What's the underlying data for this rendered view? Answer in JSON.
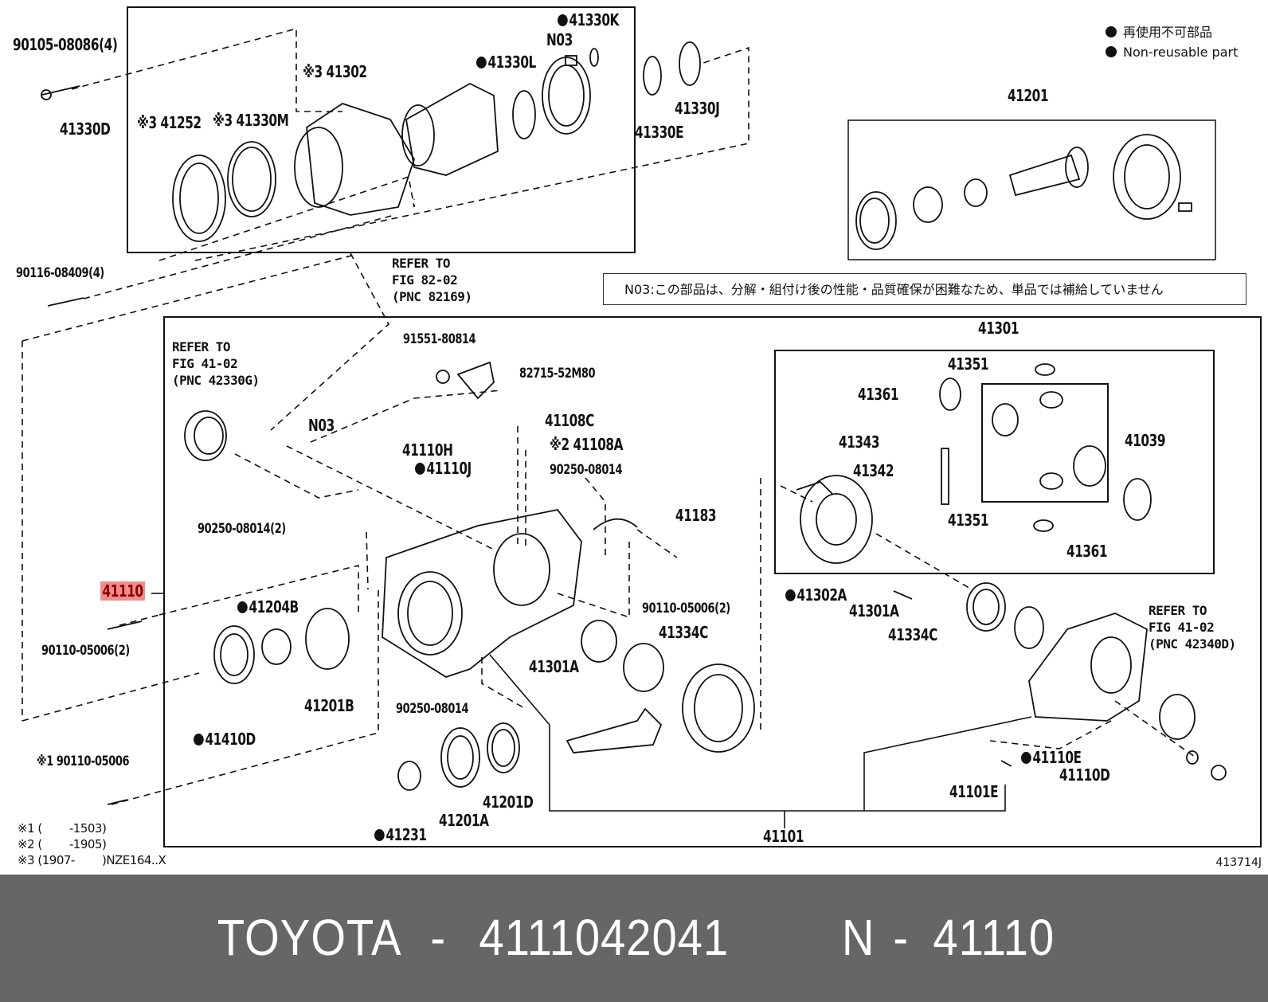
{
  "brand": "TOYOTA",
  "footer": {
    "brand": "TOYOTA",
    "separator": "-",
    "part_number": "4111042041",
    "ref_prefix": "N",
    "ref_code": "41110"
  },
  "figure_id": "413714J",
  "legend": {
    "items": [
      {
        "symbol": "filled-circle",
        "text": "再使用不可部品"
      },
      {
        "symbol": "filled-circle",
        "text": "Non-reusable part"
      }
    ]
  },
  "n03_note": "N03:この部品は、分解・組付け後の性能・品質確保が困難なため、単品では補給していません",
  "highlighted_part": "41110",
  "refer_notes": [
    {
      "text": "REFER TO\nFIG 82-02\n(PNC 82169)"
    },
    {
      "text": "REFER TO\nFIG 41-02\n(PNC 42330G)"
    },
    {
      "text": "REFER TO\nFIG 41-02\n(PNC 42340D)"
    }
  ],
  "footnotes": [
    "※1 (        -1503)",
    "※2 (        -1905)",
    "※3 (1907-        )NZE164..X"
  ],
  "labels": {
    "p90105": "90105-08086(4)",
    "p41330D": "41330D",
    "p41252": "※3 41252",
    "p41330M": "※3 41330M",
    "p41302": "※3 41302",
    "p41330K": "41330K",
    "pN03top": "N03",
    "p41330L": "41330L",
    "p41330E": "41330E",
    "p41330J": "41330J",
    "p41201": "41201",
    "p90116": "90116-08409(4)",
    "pN03": "N03",
    "p91551": "91551-80814",
    "p82715": "82715-52M80",
    "p41108C": "41108C",
    "p41108A": "※2 41108A",
    "p41110H": "41110H",
    "p41110J": "41110J",
    "p90250a": "90250-08014",
    "p90250b": "90250-08014(2)",
    "p41183": "41183",
    "p90110a": "90110-05006(2)",
    "p41110": "41110",
    "p90110b": "90110-05006(2)",
    "p41204B": "41204B",
    "p41201B": "41201B",
    "p41410D": "41410D",
    "p90110c": "※1 90110-05006",
    "p90250c": "90250-08014",
    "p41334C": "41334C",
    "p41301A": "41301A",
    "p41231": "41231",
    "p41201A": "41201A",
    "p41201D": "41201D",
    "p41101": "41101",
    "p41301": "41301",
    "p41351a": "41351",
    "p41361a": "41361",
    "p41343": "41343",
    "p41342": "41342",
    "p41039": "41039",
    "p41351b": "41351",
    "p41361b": "41361",
    "p41302A": "41302A",
    "p41301A2": "41301A",
    "p41334C2": "41334C",
    "p41110E": "41110E",
    "p41110D": "41110D",
    "p41101E": "41101E"
  }
}
